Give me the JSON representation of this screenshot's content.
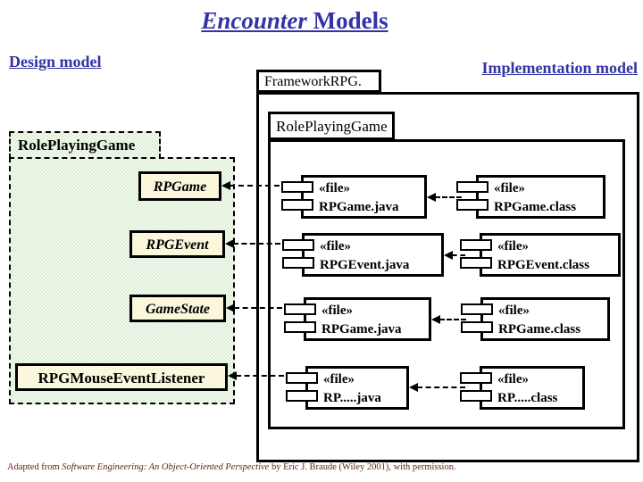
{
  "title": {
    "italic_part": "Encounter",
    "rest": " Models"
  },
  "labels": {
    "design_model": "Design model",
    "implementation_model": "Implementation model"
  },
  "packages": {
    "framework_tab": "FrameworkRPG.",
    "inner_tab": "RolePlayingGame",
    "design_tab": "RolePlayingGame"
  },
  "design_classes": [
    {
      "name": "RPGame"
    },
    {
      "name": "RPGEvent"
    },
    {
      "name": "GameState"
    },
    {
      "name": "RPGMouseEventListener"
    }
  ],
  "components": {
    "stereotype": "«file»",
    "rows": [
      {
        "java": "RPGame.java",
        "cls": "RPGame.class"
      },
      {
        "java": "RPGEvent.java",
        "cls": "RPGEvent.class"
      },
      {
        "java": "RPGame.java",
        "cls": "RPGame.class"
      },
      {
        "java": "RP.....java",
        "cls": "RP.....class"
      }
    ]
  },
  "caption": {
    "prefix": "Adapted from ",
    "italic": "Software Engineering: An Object-Oriented Perspective",
    "suffix": " by Eric J. Braude (Wiley 2001), with permission."
  },
  "colors": {
    "heading_blue": "#3333a6",
    "design_box_fill": "#faf7dd",
    "design_package_green": "#e9f4e3",
    "caption_text": "#5e2612"
  }
}
